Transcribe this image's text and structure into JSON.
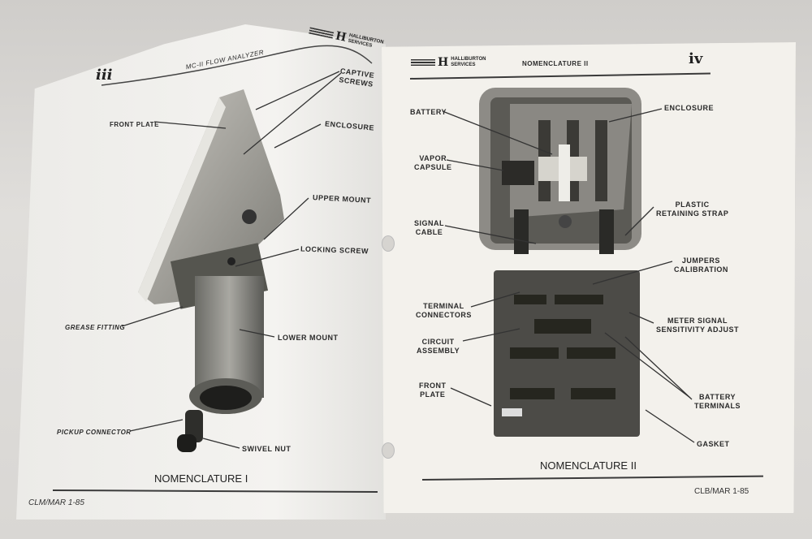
{
  "left_page": {
    "page_number": "iii",
    "header_title": "MC-II FLOW ANALYZER",
    "logo": {
      "line1": "HALLIBURTON",
      "line2": "SERVICES"
    },
    "labels": {
      "captive_screws": "CAPTIVE\nSCREWS",
      "front_plate": "FRONT PLATE",
      "enclosure": "ENCLOSURE",
      "upper_mount": "UPPER MOUNT",
      "locking_screw": "LOCKING SCREW",
      "grease_fitting": "GREASE FITTING",
      "lower_mount": "LOWER MOUNT",
      "pickup_connector": "PICKUP CONNECTOR",
      "swivel_nut": "SWIVEL NUT"
    },
    "caption": "NOMENCLATURE I",
    "footer": "CLM/MAR 1-85"
  },
  "right_page": {
    "page_number": "iv",
    "header_title": "NOMENCLATURE II",
    "logo": {
      "line1": "HALLIBURTON",
      "line2": "SERVICES"
    },
    "labels": {
      "battery": "BATTERY",
      "enclosure": "ENCLOSURE",
      "vapor_capsule": "VAPOR\nCAPSULE",
      "plastic_retaining_strap": "PLASTIC\nRETAINING STRAP",
      "signal_cable": "SIGNAL\nCABLE",
      "jumpers_calibration": "JUMPERS\nCALIBRATION",
      "terminal_connectors": "TERMINAL\nCONNECTORS",
      "meter_signal_sensitivity_adjust": "METER SIGNAL\nSENSITIVITY ADJUST",
      "circuit_assembly": "CIRCUIT\nASSEMBLY",
      "front_plate": "FRONT\nPLATE",
      "battery_terminals": "BATTERY\nTERMINALS",
      "gasket": "GASKET"
    },
    "caption": "NOMENCLATURE II",
    "footer": "CLB/MAR 1-85"
  },
  "colors": {
    "background": "#d8d6d3",
    "paper": "#f1efea",
    "ink": "#2a2a2a"
  }
}
